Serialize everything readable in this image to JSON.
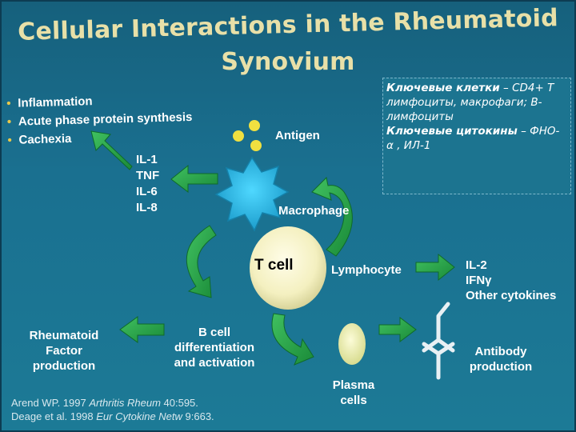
{
  "title": {
    "line1": "Cellular Interactions in the Rheumatoid",
    "line2": "Synovium"
  },
  "effects": [
    "Inflammation",
    "Acute phase protein synthesis",
    "Cachexia"
  ],
  "cytokines_macrophage": [
    "IL-1",
    "TNF",
    "IL-6",
    "IL-8"
  ],
  "labels": {
    "antigen": "Antigen",
    "macrophage": "Macrophage",
    "t_cell": "T cell",
    "lymphocyte": "Lymphocyte",
    "b_cell_1": "B cell",
    "b_cell_2": "differentiation",
    "b_cell_3": "and activation",
    "rf_1": "Rheumatoid",
    "rf_2": "Factor",
    "rf_3": "production",
    "plasma_1": "Plasma",
    "plasma_2": "cells",
    "antibody_1": "Antibody",
    "antibody_2": "production"
  },
  "cytokines_tcell": [
    "IL-2",
    "IFNγ",
    "Other cytokines"
  ],
  "note": {
    "key_cells_label": "Ключевые клетки",
    "key_cells_text": " – CD4+ Т лимфоциты, макрофаги; В-лимфоциты",
    "key_cytokines_label": "Ключевые цитокины",
    "key_cytokines_text": " – ФНО- α , ИЛ-1"
  },
  "citations": {
    "c1_a": "Arend WP. 1997 ",
    "c1_journal": "Arthritis Rheum",
    "c1_b": " 40:595.",
    "c2_a": "Deage et al. 1998 ",
    "c2_journal": "Eur Cytokine Netw",
    "c2_b": " 9:663."
  },
  "colors": {
    "background": "#1a7090",
    "title": "#e8e0a8",
    "arrow_green": "#2aa84a",
    "macrophage": "#2ab8e0",
    "t_cell": "#f4f0c0",
    "antigen": "#f0e040",
    "antibody": "#e8f0f4"
  }
}
